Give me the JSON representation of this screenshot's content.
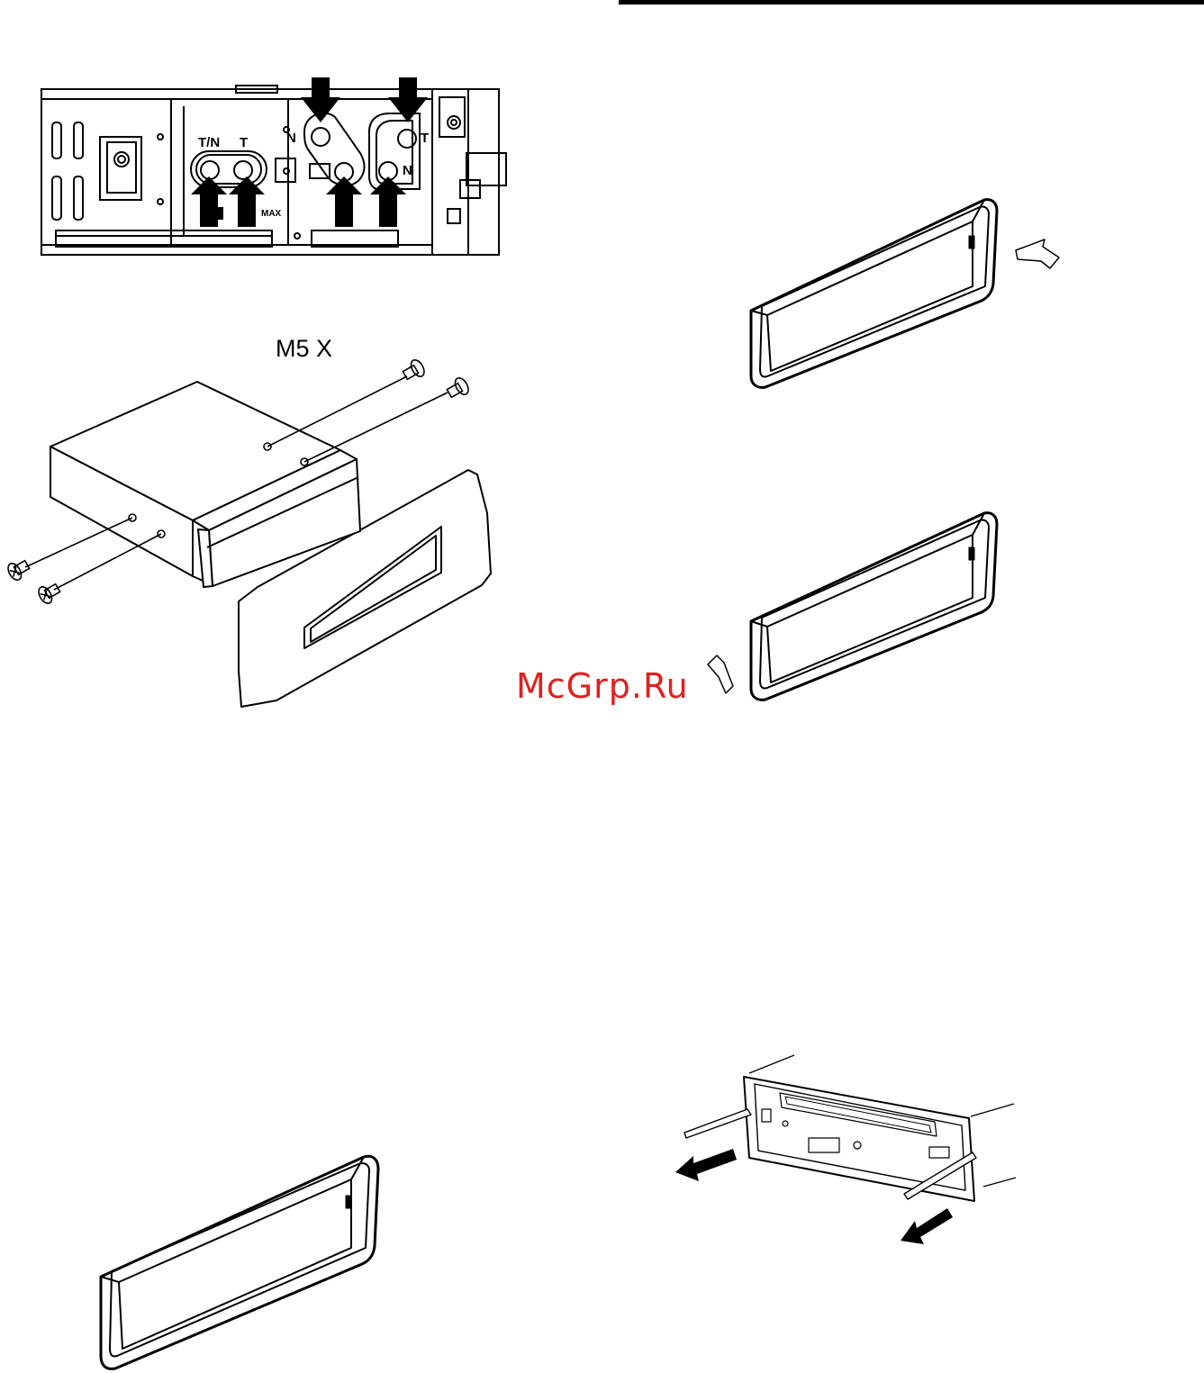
{
  "header": {
    "rule_color": "#000000"
  },
  "bracket_diagram": {
    "labels": {
      "tn": "T/N",
      "t_left": "T",
      "n_center": "N",
      "t_right": "T",
      "n_right": "N",
      "max": "MAX"
    }
  },
  "screw_diagram": {
    "label": "M5 X"
  },
  "watermark": {
    "text": "McGrp.Ru",
    "color": "#e0201d"
  }
}
